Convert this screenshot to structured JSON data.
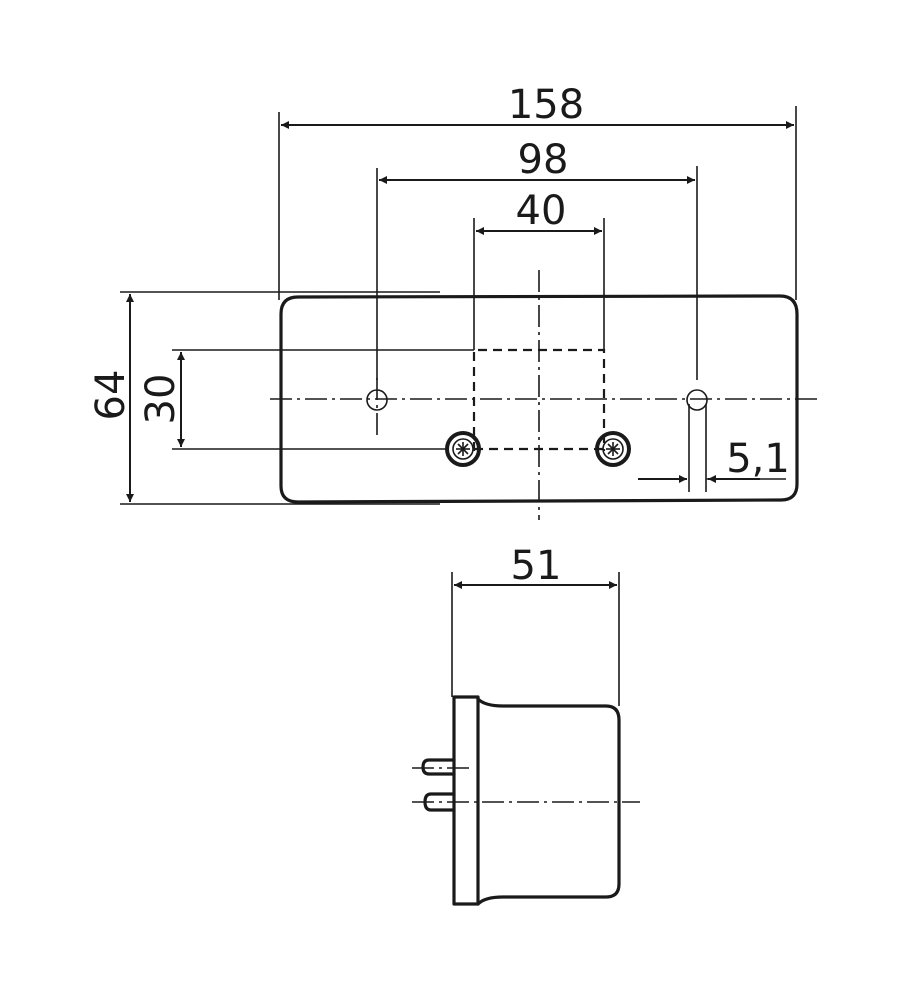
{
  "diagram": {
    "front_view": {
      "dimensions": {
        "overall_width": "158",
        "hole_spacing_outer": "98",
        "hole_spacing_inner": "40",
        "overall_height": "64",
        "inner_height": "30",
        "hole_diameter": "5,1"
      }
    },
    "side_view": {
      "dimensions": {
        "depth": "51"
      }
    }
  }
}
